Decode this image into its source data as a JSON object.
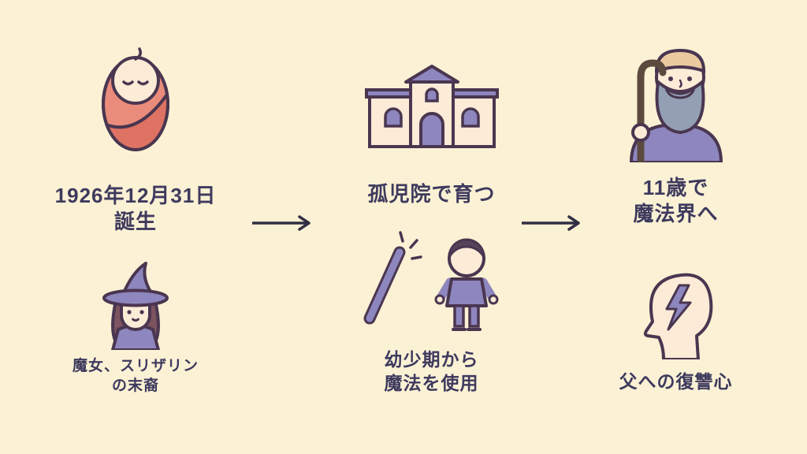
{
  "page": {
    "background": "#FBF1D4",
    "text_color": "#3E3A5E",
    "outline_color": "#4A3650",
    "accent_purple": "#8E86BE",
    "accent_salmon": "#EA8C7B",
    "accent_cream": "#FBEBD7",
    "hair_maroon": "#7D5360",
    "beard_gray": "#93A0B4",
    "cap_tan": "#EBCA9F",
    "arrow_color": "#312E44"
  },
  "nodes": {
    "birth": {
      "line1": "1926年12月31日",
      "line2": "誕生",
      "icon": "baby-icon"
    },
    "witch_mother": {
      "line1": "魔女、スリザリン",
      "line2": "の末裔",
      "icon": "witch-icon"
    },
    "orphanage": {
      "line1": "孤児院で育つ",
      "icon": "orphanage-building-icon"
    },
    "childhood_magic": {
      "line1": "幼少期から",
      "line2": "魔法を使用",
      "icon": "magic-wand-boy-icon"
    },
    "wizard_world": {
      "line1": "11歳で",
      "line2": "魔法界へ",
      "icon": "old-wizard-icon"
    },
    "revenge": {
      "line1": "父への復讐心",
      "icon": "head-lightning-icon"
    }
  },
  "connectors": [
    {
      "icon": "arrow-right-icon",
      "from": "birth",
      "to": "orphanage"
    },
    {
      "icon": "arrow-right-icon",
      "from": "orphanage",
      "to": "wizard_world"
    }
  ]
}
